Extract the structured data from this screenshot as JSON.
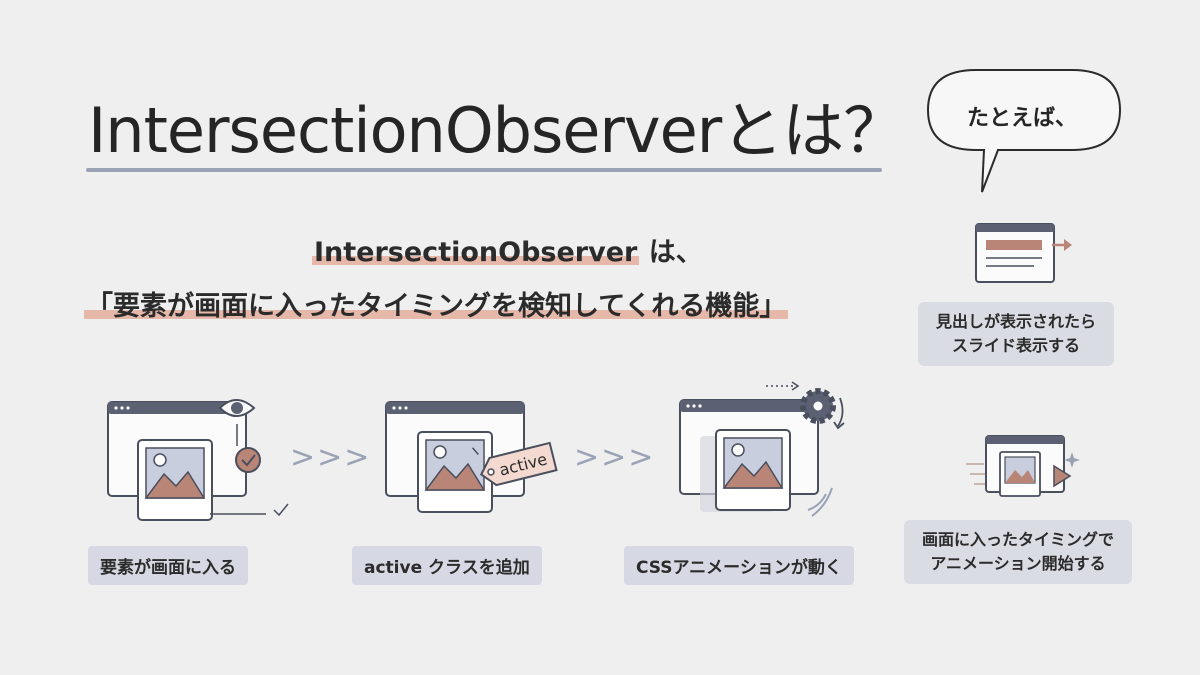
{
  "title": "IntersectionObserverとは？",
  "definition": {
    "line1_term": "IntersectionObserver",
    "line1_suffix": " は、",
    "line2": "「要素が画面に入ったタイミングを検知してくれる機能」"
  },
  "steps": [
    {
      "label": "要素が画面に入る",
      "icon": "eye-icon"
    },
    {
      "label": "active クラスを追加",
      "tag": "active",
      "icon": "tag-icon"
    },
    {
      "label": "CSSアニメーションが動く",
      "icon": "gear-icon"
    }
  ],
  "chevrons": ">>>",
  "aside": {
    "bubble": "たとえば、",
    "examples": [
      {
        "line1": "見出しが表示されたら",
        "line2": "スライド表示する",
        "icon": "slide-arrow-icon"
      },
      {
        "line1": "画面に入ったタイミングで",
        "line2": "アニメーション開始する",
        "icon": "play-icon"
      }
    ]
  },
  "colors": {
    "background": "#efefef",
    "accent": "#b98576",
    "highlight": "#e6b8aa",
    "window_header": "#5b6173",
    "label_bg": "#d6d9e3"
  }
}
